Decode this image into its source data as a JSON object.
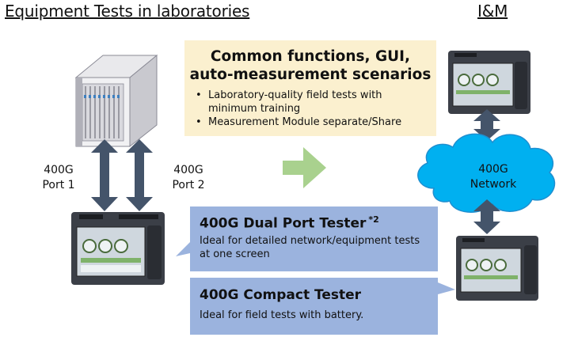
{
  "headings": {
    "left": "Equipment Tests in laboratories",
    "right": "I&M"
  },
  "features": {
    "title_line1": "Common functions, GUI,",
    "title_line2": "auto-measurement scenarios",
    "bullets": [
      "Laboratory-quality field tests with minimum training",
      "Measurement Module separate/Share"
    ]
  },
  "ports": {
    "port1_line1": "400G",
    "port1_line2": "Port 1",
    "port2_line1": "400G",
    "port2_line2": "Port 2"
  },
  "network": {
    "line1": "400G",
    "line2": "Network"
  },
  "dual_tester": {
    "title": "400G Dual Port Tester",
    "note": "*2",
    "description": "Ideal for detailed network/equipment tests at one screen"
  },
  "compact_tester": {
    "title": "400G Compact Tester",
    "description": "Ideal for field tests with battery."
  },
  "colors": {
    "feature_box": "#fbf0cf",
    "callout": "#9bb3de",
    "cloud": "#00b0f0",
    "connector_arrow": "#44546a",
    "flow_arrow": "#a9d18e"
  }
}
